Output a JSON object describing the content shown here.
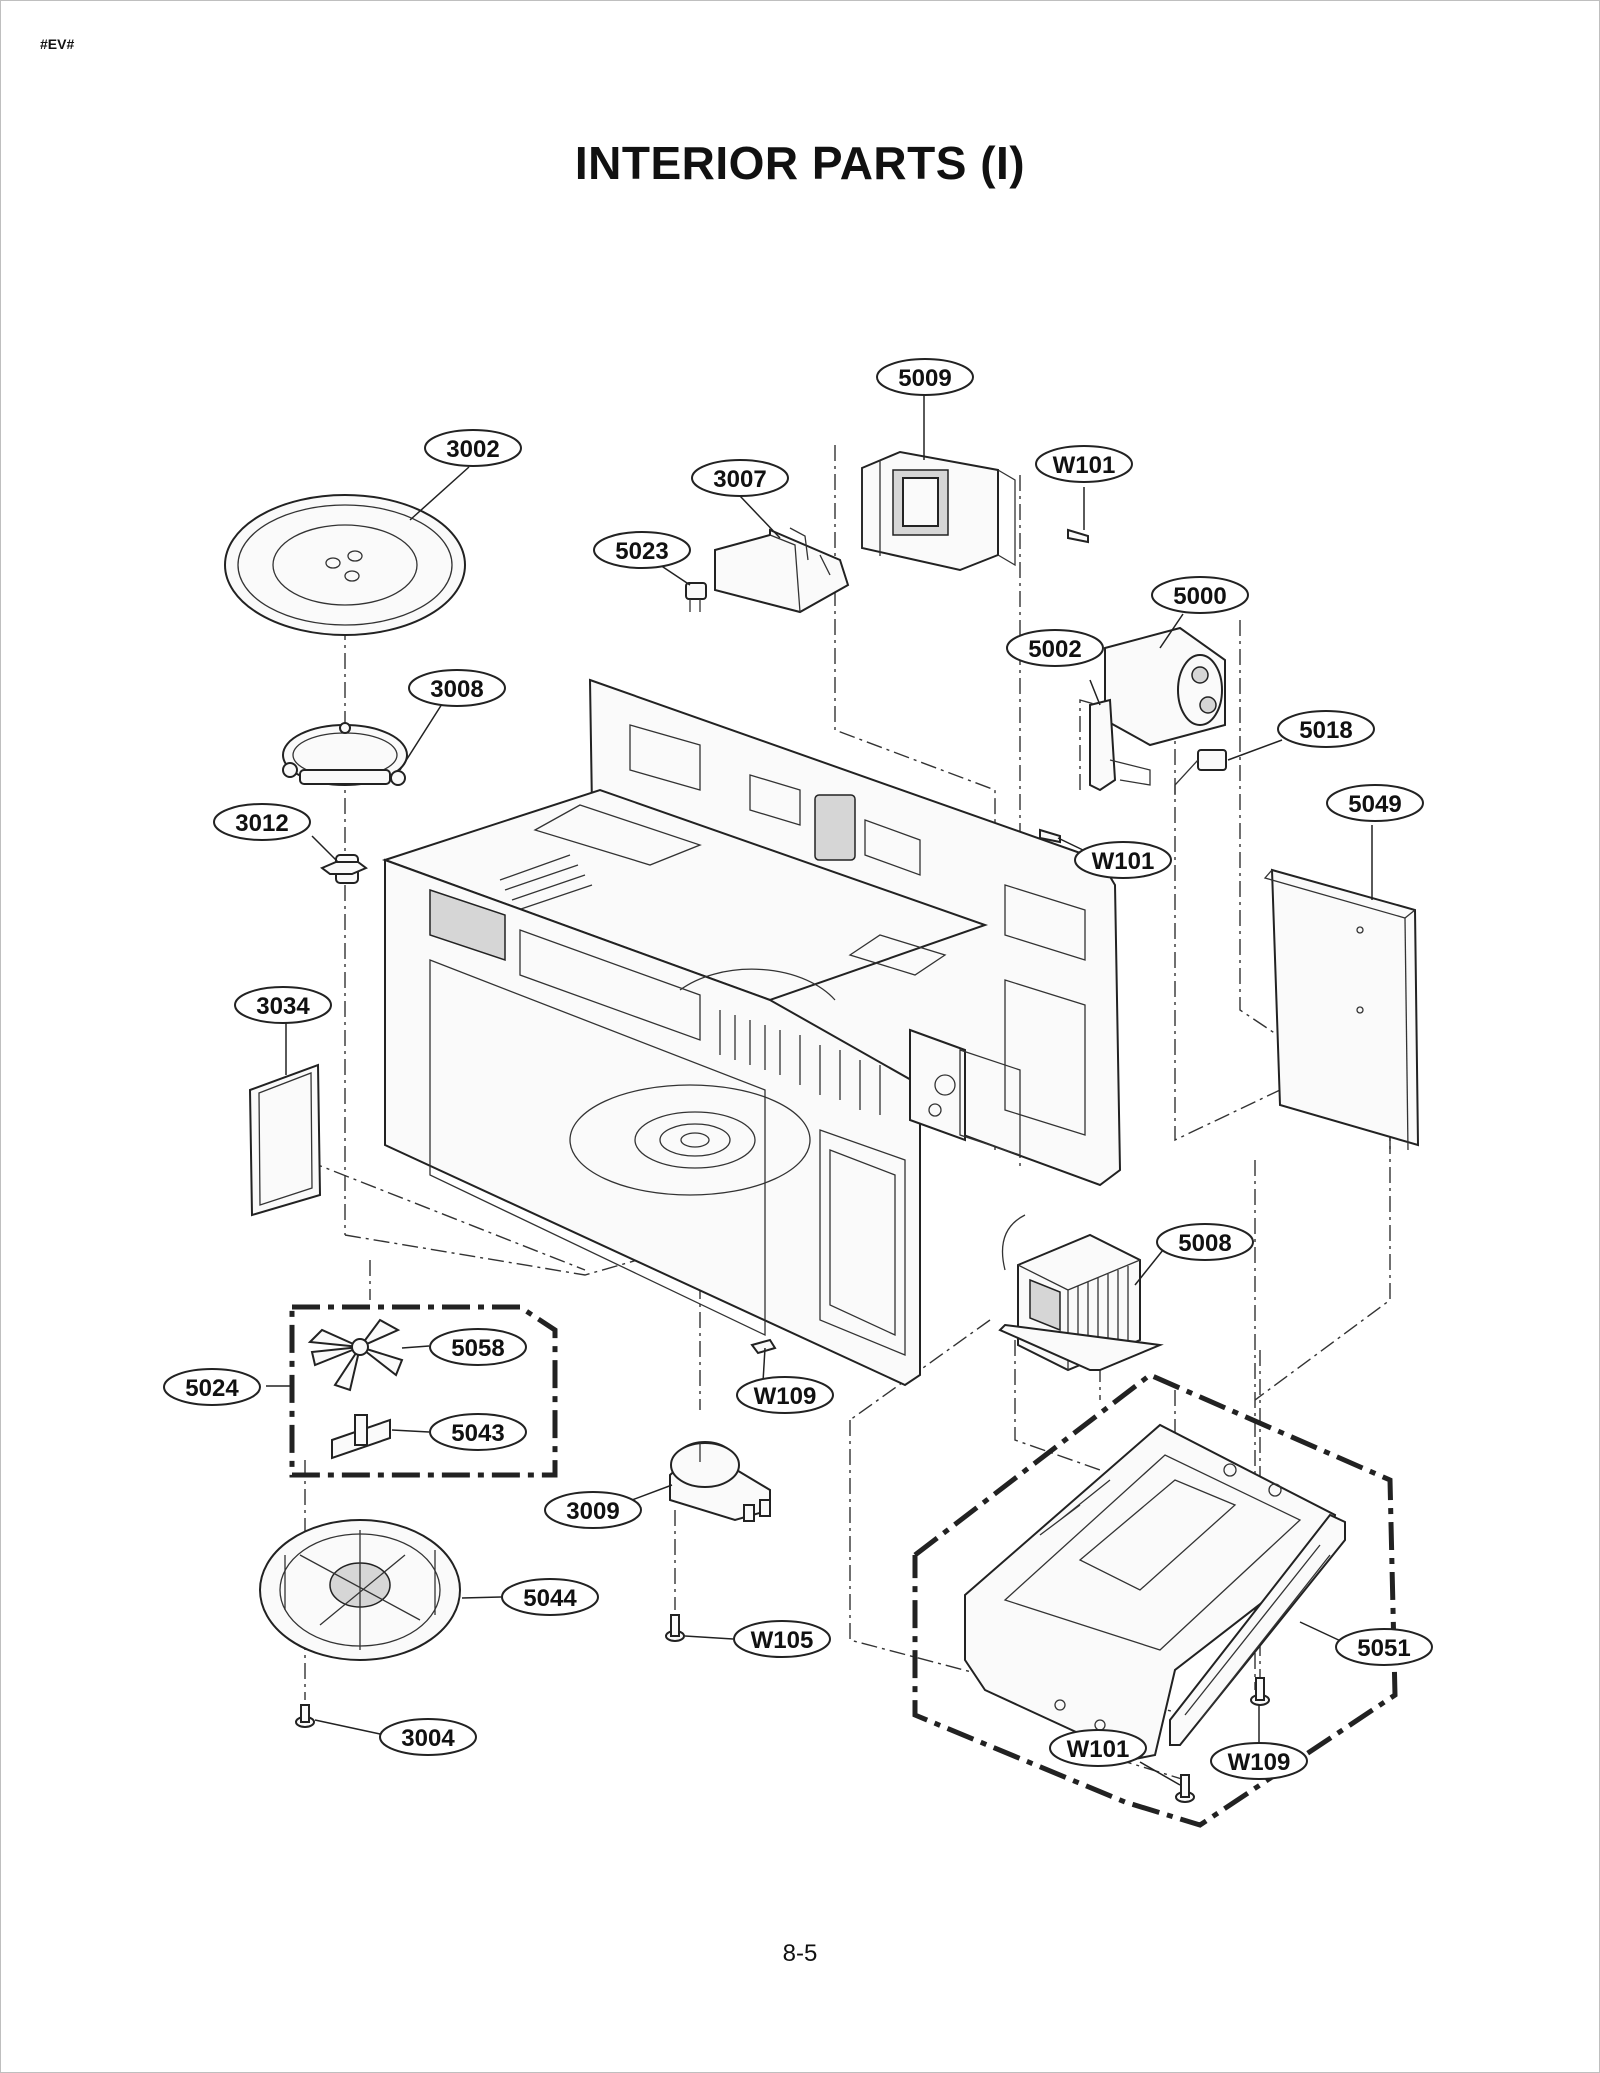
{
  "header": {
    "code": "#EV#"
  },
  "title": "INTERIOR PARTS (I)",
  "footer": {
    "page_number": "8-5"
  },
  "callouts": [
    "5009",
    "3002",
    "3007",
    "W101",
    "5023",
    "5000",
    "5002",
    "3008",
    "5018",
    "5049",
    "3012",
    "W101",
    "3034",
    "5008",
    "5058",
    "5024",
    "W109",
    "5043",
    "3009",
    "5044",
    "W105",
    "5051",
    "3004",
    "W101",
    "W109"
  ]
}
